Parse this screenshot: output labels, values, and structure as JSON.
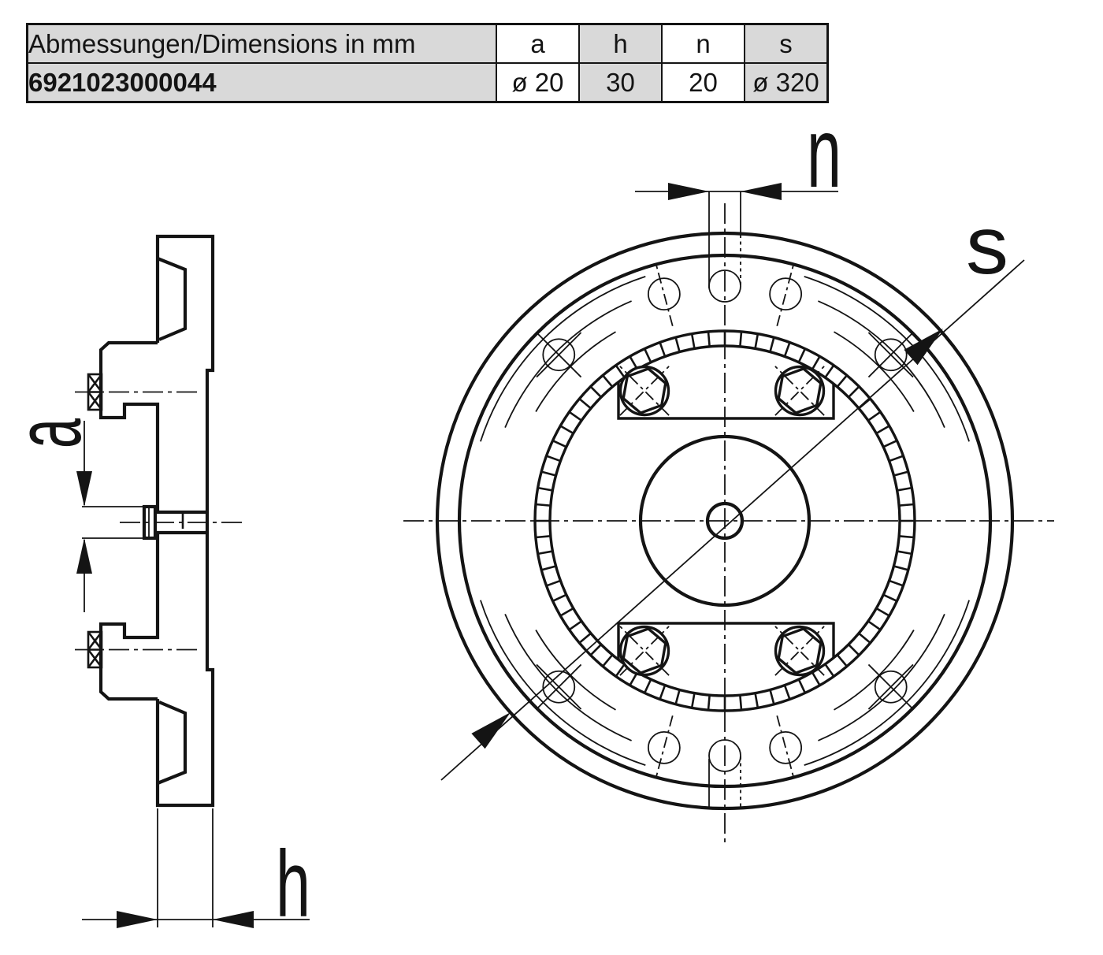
{
  "table": {
    "header_label": "Abmessungen/Dimensions in mm",
    "columns": [
      "a",
      "h",
      "n",
      "s"
    ],
    "row": {
      "id": "6921023000044",
      "values": [
        "ø 20",
        "30",
        "20",
        "ø 320"
      ]
    }
  },
  "dimension_labels": {
    "a": "a",
    "h": "h",
    "n": "n",
    "s": "s"
  },
  "colors": {
    "ink": "#141414",
    "table_fill": "#d9d9d9",
    "background": "#ffffff"
  }
}
